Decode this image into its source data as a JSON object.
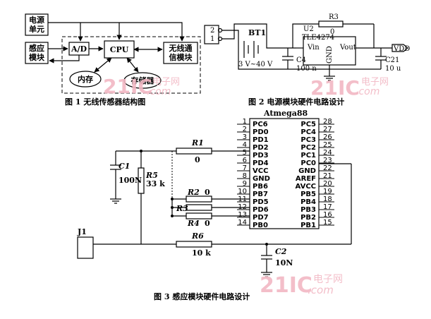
{
  "figure1": {
    "caption": "图 1   无线传感器结构图",
    "power_block": [
      "电源",
      "单元"
    ],
    "sensor_block": [
      "感应",
      "模块"
    ],
    "ad_block": "A/D",
    "cpu_block": "CPU",
    "wireless_block": [
      "无线通",
      "信模块"
    ],
    "memory_block": "内存",
    "storage_block": "存储器"
  },
  "figure2": {
    "caption": "图 2   电源模块硬件电路设计",
    "connector_pins": [
      "2",
      "1"
    ],
    "battery_label": "BT1",
    "battery_range": "3 V~40 V",
    "c4_label": "C4",
    "c4_value": "100 n",
    "r3_label": "R3",
    "r3_value": "0",
    "u2_label": "U2",
    "u2_part": "TLE4274",
    "vin_label": "Vin",
    "vout_label": "Vout",
    "gnd_label": "GND",
    "vdd_label": "VDD",
    "c21_label": "C21",
    "c21_value": "10 u"
  },
  "figure3": {
    "caption": "图 3   感应模块硬件电路设计",
    "mcu_name": "Atmega88",
    "left_pins": [
      {
        "num": "1",
        "name": "PC6"
      },
      {
        "num": "2",
        "name": "PD0"
      },
      {
        "num": "3",
        "name": "PD1"
      },
      {
        "num": "4",
        "name": "PD2"
      },
      {
        "num": "5",
        "name": "PD3"
      },
      {
        "num": "6",
        "name": "PD4"
      },
      {
        "num": "7",
        "name": "VCC"
      },
      {
        "num": "8",
        "name": "GND"
      },
      {
        "num": "9",
        "name": "PB6"
      },
      {
        "num": "10",
        "name": "PB7"
      },
      {
        "num": "11",
        "name": "PD5"
      },
      {
        "num": "12",
        "name": "PD6"
      },
      {
        "num": "13",
        "name": "PD7"
      },
      {
        "num": "14",
        "name": "PB0"
      }
    ],
    "right_pins": [
      {
        "num": "28",
        "name": "PC5"
      },
      {
        "num": "27",
        "name": "PC4"
      },
      {
        "num": "26",
        "name": "PC3"
      },
      {
        "num": "25",
        "name": "PC2"
      },
      {
        "num": "24",
        "name": "PC1"
      },
      {
        "num": "23",
        "name": "PC0"
      },
      {
        "num": "22",
        "name": "GND"
      },
      {
        "num": "21",
        "name": "AREF"
      },
      {
        "num": "20",
        "name": "AVCC"
      },
      {
        "num": "19",
        "name": "PB5"
      },
      {
        "num": "18",
        "name": "PB4"
      },
      {
        "num": "17",
        "name": "PB3"
      },
      {
        "num": "16",
        "name": "PB2"
      },
      {
        "num": "15",
        "name": "PB1"
      }
    ],
    "r1_label": "R1",
    "r1_value": "0",
    "c1_label": "C1",
    "c1_value": "100N",
    "r5_label": "R5",
    "r5_value": "33 k",
    "r2_label": "R2",
    "r2_value": "0",
    "r3_label": "R3",
    "r4_label": "R4",
    "r4_value": "0",
    "r6_label": "R6",
    "r6_value": "10 k",
    "c2_label": "C2",
    "c2_value": "10N",
    "j1_label": "J1"
  },
  "watermark": {
    "brand": "21IC",
    "site": "电子网",
    "domain": ".com"
  }
}
